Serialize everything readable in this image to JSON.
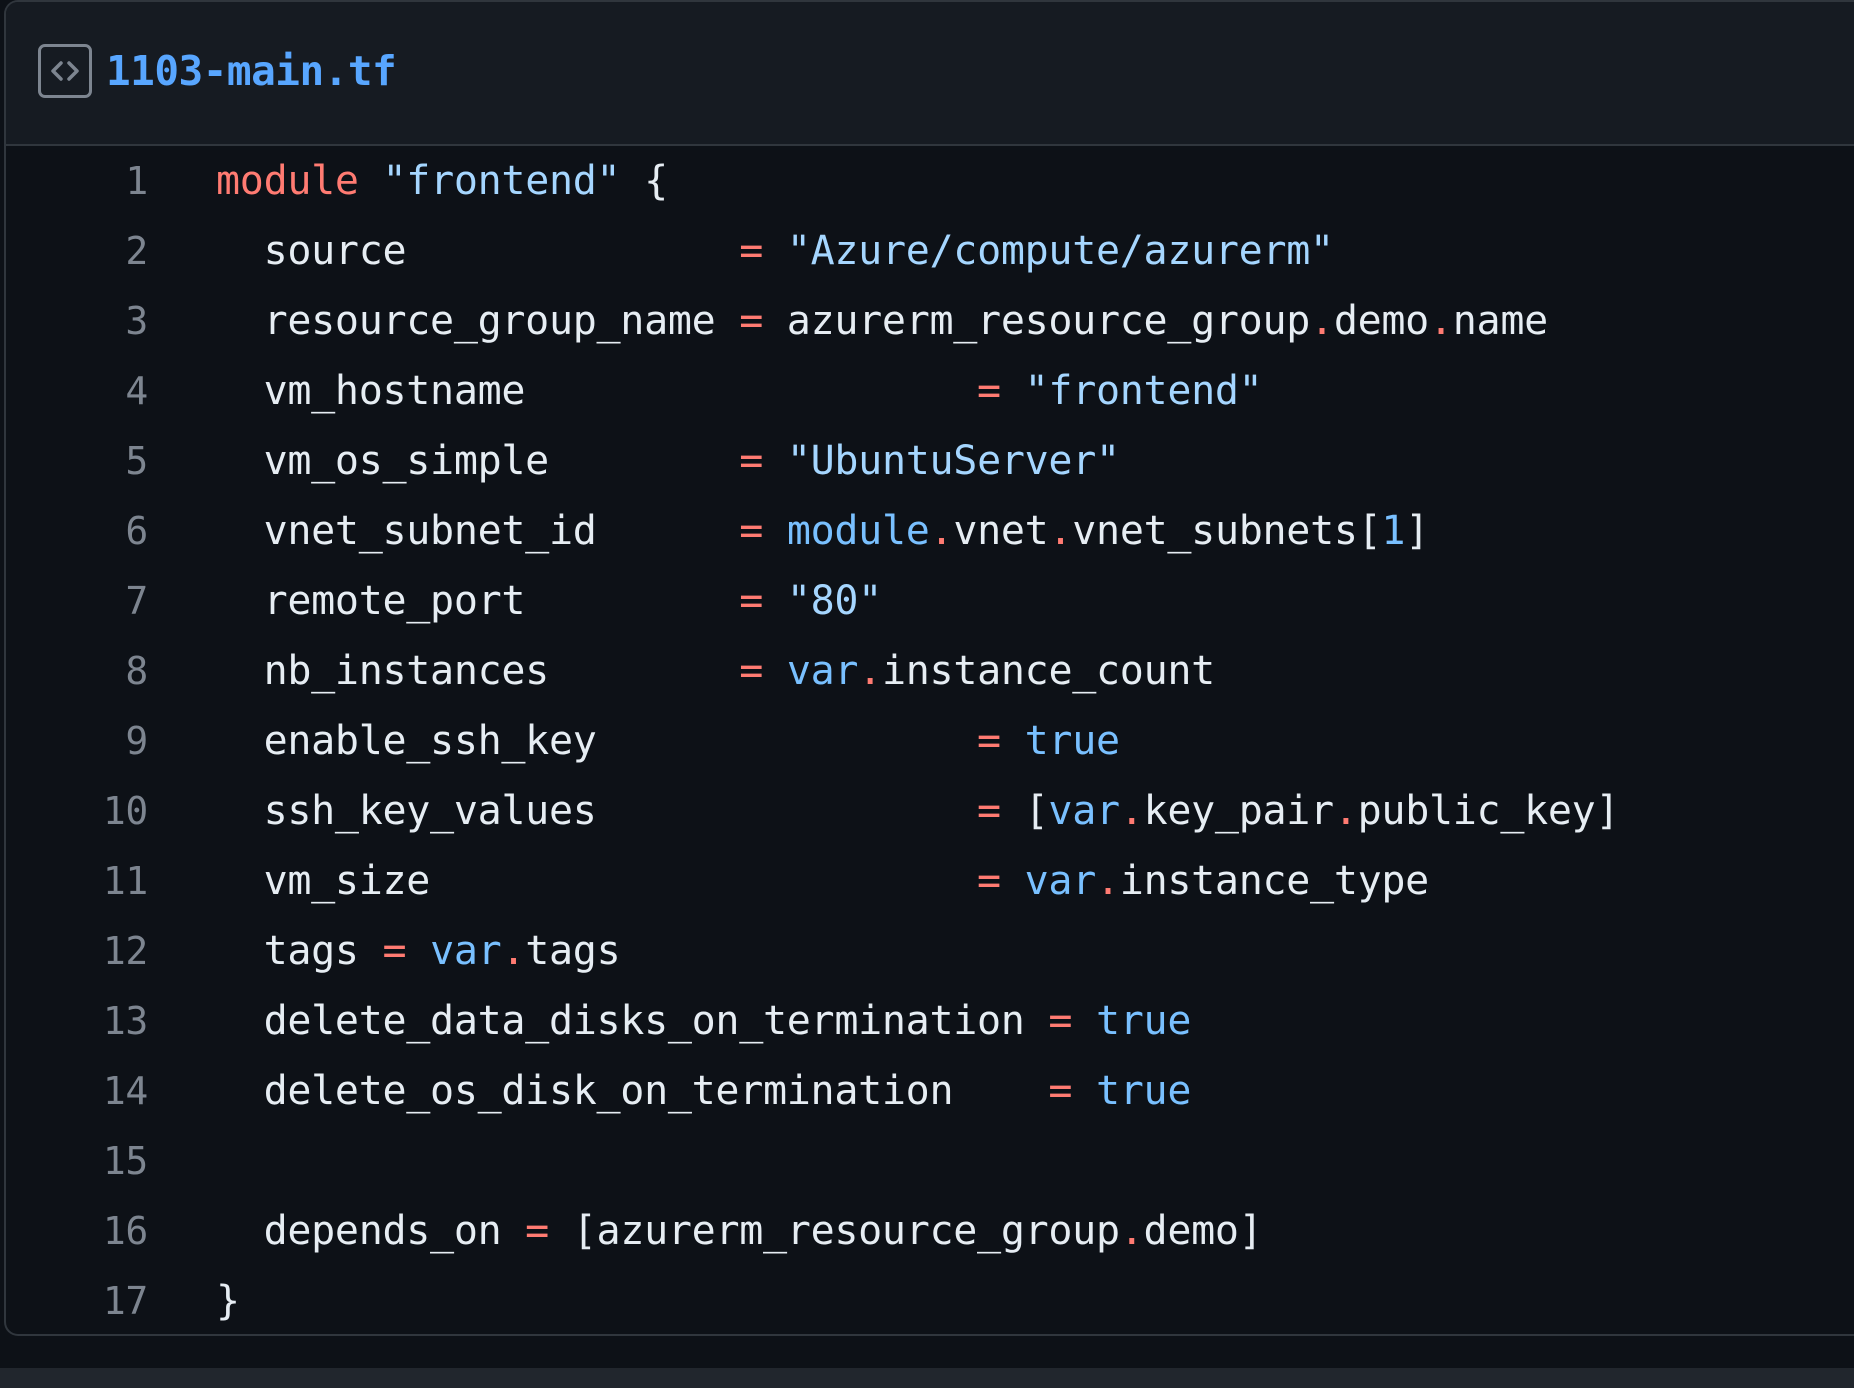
{
  "file": {
    "name": "1103-main.tf",
    "icon": "code-square-icon"
  },
  "colors": {
    "background": "#0d1117",
    "header_bg": "#161b22",
    "keyword": "#ff7b72",
    "string": "#a5d6ff",
    "constant": "#79c0ff",
    "text": "#e6edf3",
    "line_number": "#7d8590",
    "filename": "#58a6ff"
  },
  "lines": [
    {
      "num": "1",
      "tokens": [
        [
          "k",
          "module"
        ],
        [
          "p",
          " "
        ],
        [
          "s",
          "\"frontend\""
        ],
        [
          "p",
          " {"
        ]
      ]
    },
    {
      "num": "2",
      "tokens": [
        [
          "p",
          "  source              "
        ],
        [
          "o",
          "="
        ],
        [
          "p",
          " "
        ],
        [
          "s",
          "\"Azure/compute/azurerm\""
        ]
      ]
    },
    {
      "num": "3",
      "tokens": [
        [
          "p",
          "  resource_group_name "
        ],
        [
          "o",
          "="
        ],
        [
          "p",
          " azurerm_resource_group"
        ],
        [
          "o",
          "."
        ],
        [
          "p",
          "demo"
        ],
        [
          "o",
          "."
        ],
        [
          "p",
          "name"
        ]
      ]
    },
    {
      "num": "4",
      "tokens": [
        [
          "p",
          "  vm_hostname                   "
        ],
        [
          "o",
          "="
        ],
        [
          "p",
          " "
        ],
        [
          "s",
          "\"frontend\""
        ]
      ]
    },
    {
      "num": "5",
      "tokens": [
        [
          "p",
          "  vm_os_simple        "
        ],
        [
          "o",
          "="
        ],
        [
          "p",
          " "
        ],
        [
          "s",
          "\"UbuntuServer\""
        ]
      ]
    },
    {
      "num": "6",
      "tokens": [
        [
          "p",
          "  vnet_subnet_id      "
        ],
        [
          "o",
          "="
        ],
        [
          "p",
          " "
        ],
        [
          "c",
          "module"
        ],
        [
          "o",
          "."
        ],
        [
          "p",
          "vnet"
        ],
        [
          "o",
          "."
        ],
        [
          "p",
          "vnet_subnets["
        ],
        [
          "c",
          "1"
        ],
        [
          "p",
          "]"
        ]
      ]
    },
    {
      "num": "7",
      "tokens": [
        [
          "p",
          "  remote_port         "
        ],
        [
          "o",
          "="
        ],
        [
          "p",
          " "
        ],
        [
          "s",
          "\"80\""
        ]
      ]
    },
    {
      "num": "8",
      "tokens": [
        [
          "p",
          "  nb_instances        "
        ],
        [
          "o",
          "="
        ],
        [
          "p",
          " "
        ],
        [
          "c",
          "var"
        ],
        [
          "o",
          "."
        ],
        [
          "p",
          "instance_count"
        ]
      ]
    },
    {
      "num": "9",
      "tokens": [
        [
          "p",
          "  enable_ssh_key                "
        ],
        [
          "o",
          "="
        ],
        [
          "p",
          " "
        ],
        [
          "c",
          "true"
        ]
      ]
    },
    {
      "num": "10",
      "tokens": [
        [
          "p",
          "  ssh_key_values                "
        ],
        [
          "o",
          "="
        ],
        [
          "p",
          " ["
        ],
        [
          "c",
          "var"
        ],
        [
          "o",
          "."
        ],
        [
          "p",
          "key_pair"
        ],
        [
          "o",
          "."
        ],
        [
          "p",
          "public_key]"
        ]
      ]
    },
    {
      "num": "11",
      "tokens": [
        [
          "p",
          "  vm_size                       "
        ],
        [
          "o",
          "="
        ],
        [
          "p",
          " "
        ],
        [
          "c",
          "var"
        ],
        [
          "o",
          "."
        ],
        [
          "p",
          "instance_type"
        ]
      ]
    },
    {
      "num": "12",
      "tokens": [
        [
          "p",
          "  tags "
        ],
        [
          "o",
          "="
        ],
        [
          "p",
          " "
        ],
        [
          "c",
          "var"
        ],
        [
          "o",
          "."
        ],
        [
          "p",
          "tags"
        ]
      ]
    },
    {
      "num": "13",
      "tokens": [
        [
          "p",
          "  delete_data_disks_on_termination "
        ],
        [
          "o",
          "="
        ],
        [
          "p",
          " "
        ],
        [
          "c",
          "true"
        ]
      ]
    },
    {
      "num": "14",
      "tokens": [
        [
          "p",
          "  delete_os_disk_on_termination    "
        ],
        [
          "o",
          "="
        ],
        [
          "p",
          " "
        ],
        [
          "c",
          "true"
        ]
      ]
    },
    {
      "num": "15",
      "tokens": []
    },
    {
      "num": "16",
      "tokens": [
        [
          "p",
          "  depends_on "
        ],
        [
          "o",
          "="
        ],
        [
          "p",
          " [azurerm_resource_group"
        ],
        [
          "o",
          "."
        ],
        [
          "p",
          "demo]"
        ]
      ]
    },
    {
      "num": "17",
      "tokens": [
        [
          "p",
          "}"
        ]
      ]
    }
  ]
}
